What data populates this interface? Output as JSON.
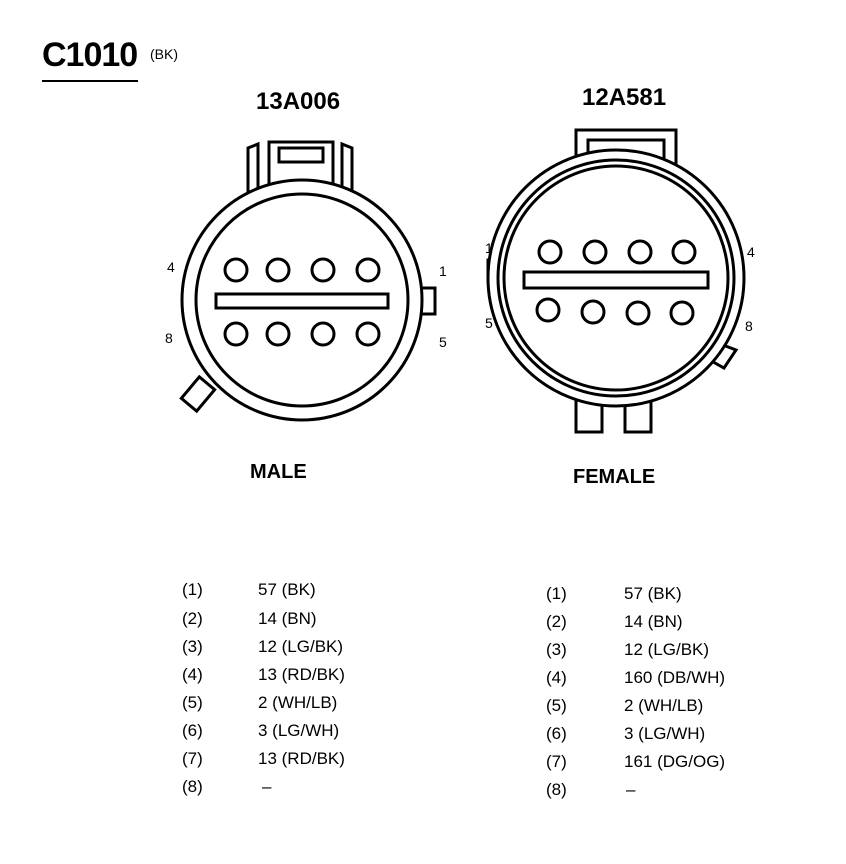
{
  "connector": {
    "id": "C1010",
    "color_code": "(BK)"
  },
  "male": {
    "part_number": "13A006",
    "gender_label": "MALE",
    "pin_labels": {
      "top_left": "4",
      "top_right": "1",
      "bottom_left": "8",
      "bottom_right": "5"
    },
    "pins": [
      {
        "num": "(1)",
        "circuit": "57 (BK)"
      },
      {
        "num": "(2)",
        "circuit": "14 (BN)"
      },
      {
        "num": "(3)",
        "circuit": "12 (LG/BK)"
      },
      {
        "num": "(4)",
        "circuit": "13 (RD/BK)"
      },
      {
        "num": "(5)",
        "circuit": "2 (WH/LB)"
      },
      {
        "num": "(6)",
        "circuit": "3 (LG/WH)"
      },
      {
        "num": "(7)",
        "circuit": "13 (RD/BK)"
      },
      {
        "num": "(8)",
        "circuit": "–"
      }
    ]
  },
  "female": {
    "part_number": "12A581",
    "gender_label": "FEMALE",
    "pin_labels": {
      "top_left": "1",
      "top_right": "4",
      "bottom_left": "5",
      "bottom_right": "8"
    },
    "pins": [
      {
        "num": "(1)",
        "circuit": "57 (BK)"
      },
      {
        "num": "(2)",
        "circuit": "14 (BN)"
      },
      {
        "num": "(3)",
        "circuit": "12 (LG/BK)"
      },
      {
        "num": "(4)",
        "circuit": "160 (DB/WH)"
      },
      {
        "num": "(5)",
        "circuit": "2 (WH/LB)"
      },
      {
        "num": "(6)",
        "circuit": "3 (LG/WH)"
      },
      {
        "num": "(7)",
        "circuit": "161 (DG/OG)"
      },
      {
        "num": "(8)",
        "circuit": "–"
      }
    ]
  }
}
